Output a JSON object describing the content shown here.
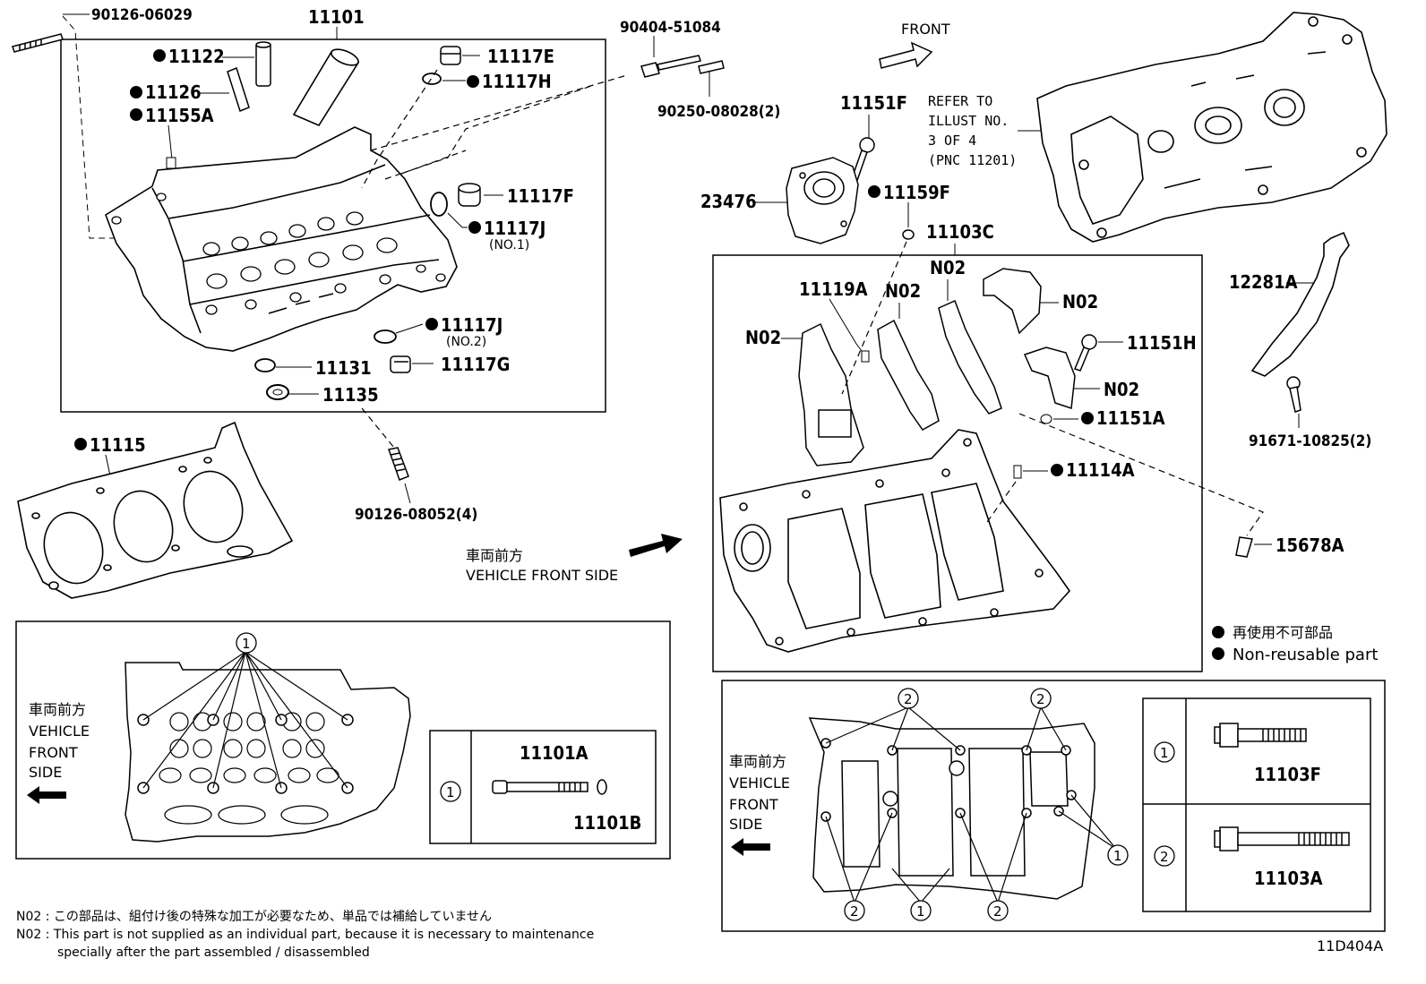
{
  "callouts": {
    "p90126_06029": "90126-06029",
    "p11101": "11101",
    "p11122": "11122",
    "p11126": "11126",
    "p11155A": "11155A",
    "p11117E": "11117E",
    "p11117H": "11117H",
    "p11117F": "11117F",
    "p11117J_1": "11117J",
    "p11117J_1_note": "(NO.1)",
    "p11117J_2": "11117J",
    "p11117J_2_note": "(NO.2)",
    "p11117G": "11117G",
    "p11131": "11131",
    "p11135": "11135",
    "p90404_51084": "90404-51084",
    "p90250_08028": "90250-08028(2)",
    "p11115": "11115",
    "p90126_08052": "90126-08052(4)",
    "front": "FRONT",
    "p11151F": "11151F",
    "refer1": "REFER TO",
    "refer2": "ILLUST NO.",
    "refer3": "3 OF 4",
    "refer4": "(PNC 11201)",
    "p23476": "23476",
    "p11159F": "11159F",
    "p11103C": "11103C",
    "p11119A": "11119A",
    "n02_a": "N02",
    "n02_b": "N02",
    "n02_c": "N02",
    "n02_d": "N02",
    "n02_e": "N02",
    "p11151H": "11151H",
    "p11151A": "11151A",
    "p11114A": "11114A",
    "p12281A": "12281A",
    "p91671_10825": "91671-10825(2)",
    "p15678A": "15678A",
    "vfs_jp": "車両前方",
    "vfs_en": "VEHICLE FRONT SIDE",
    "p11101A": "11101A",
    "p11101B": "11101B",
    "p11103F": "11103F",
    "p11103A": "11103A",
    "circ1": "1",
    "circ2": "2"
  },
  "legend": {
    "jp": "再使用不可部品",
    "en": "Non-reusable part"
  },
  "side_label": {
    "jp": "車両前方",
    "l1": "VEHICLE",
    "l2": "FRONT",
    "l3": "SIDE"
  },
  "footnote": {
    "jp": "N02 : この部品は、組付け後の特殊な加工が必要なため、単品では補給していません",
    "en1": "N02 : This part is not supplied as an individual part, because it is necessary to maintenance",
    "en2": "specially after the part assembled / disassembled"
  },
  "diagram_id": "11D404A"
}
